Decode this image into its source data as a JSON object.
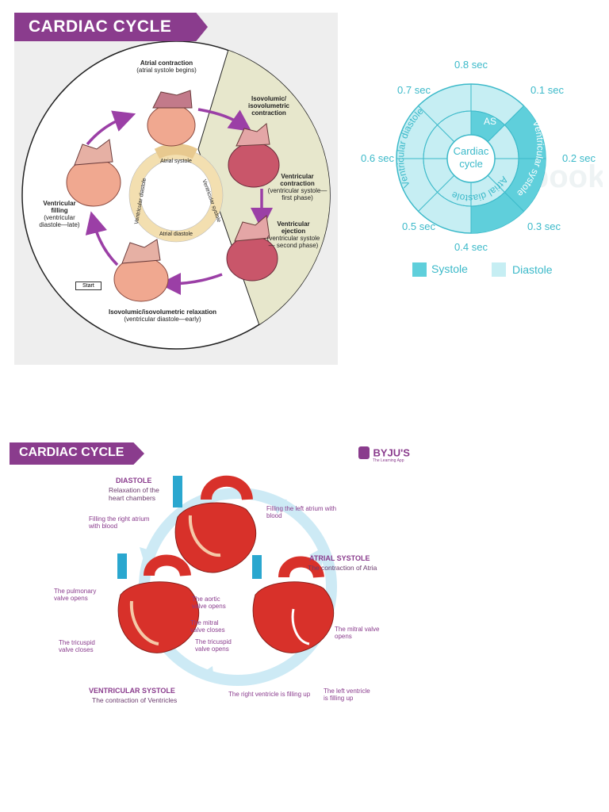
{
  "panel1": {
    "title": "CARDIAC CYCLE",
    "stages": {
      "atrial_contraction": {
        "title": "Atrial contraction",
        "sub": "(atrial systole begins)"
      },
      "isovolumic_contraction": {
        "title": "Isovolumic/ isovolumetric contraction"
      },
      "ventricular_contraction": {
        "title": "Ventricular contraction",
        "sub": "(ventricular systole— first phase)"
      },
      "ventricular_ejection": {
        "title": "Ventricular ejection",
        "sub": "(ventricular systole— second phase)"
      },
      "isovolumic_relaxation": {
        "title": "Isovolumic/isovolumetric relaxation",
        "sub": "(ventricular diastole—early)"
      },
      "ventricular_filling": {
        "title": "Ventricular filling",
        "sub": "(ventricular diastole—late)"
      }
    },
    "ring_labels": {
      "atrial_systole": "Atrial systole",
      "atrial_diastole": "Atrial diastole",
      "ventricular_systole": "Ventricular systole",
      "ventricular_diastole": "Ventricular diastole"
    },
    "start_label": "Start",
    "colors": {
      "arrow": "#9b3fa6",
      "systole_sector": "#e7e7cc",
      "ring": "#e8c98f"
    }
  },
  "panel2": {
    "time_labels": [
      "0.8 sec",
      "0.1 sec",
      "0.2 sec",
      "0.3 sec",
      "0.4 sec",
      "0.5 sec",
      "0.6 sec",
      "0.7 sec"
    ],
    "center": [
      "Cardiac",
      "cycle"
    ],
    "inner_as": "AS",
    "inner_atrial_diastole": "Atrial diastole",
    "outer_ventricular_systole": "Ventricular systole",
    "outer_ventricular_diastole": "Ventricular diastole",
    "legend": {
      "systole": "Systole",
      "diastole": "Diastole"
    },
    "colors": {
      "systole": "#5fcfdb",
      "diastole": "#c6eef3",
      "line": "#3bb9c9"
    },
    "watermark": "testbook"
  },
  "panel3": {
    "title": "CARDIAC CYCLE",
    "brand": {
      "name": "BYJU'S",
      "tagline": "The Learning App"
    },
    "diastole": {
      "title": "DIASTOLE",
      "sub": "Relaxation of the heart chambers"
    },
    "atrial_systole": {
      "title": "ATRIAL SYSTOLE",
      "sub": "The contraction of Atria"
    },
    "ventricular_systole": {
      "title": "VENTRICULAR SYSTOLE",
      "sub": "The contraction of Ventricles"
    },
    "notes": {
      "filling_right": "Filling the right atrium with blood",
      "filling_left": "Filling the left atrium with blood",
      "pulmonary": "The pulmonary valve opens",
      "aortic": "The aortic valve opens",
      "mitral_closes": "The mitral valve closes",
      "tricuspid_closes": "The tricuspid valve closes",
      "tricuspid_opens": "The tricuspid valve opens",
      "mitral_opens": "The mitral valve opens",
      "right_ventricle": "The right ventricle is filling up",
      "left_ventricle": "The left ventricle is filling up"
    },
    "colors": {
      "heading": "#8a3c8d",
      "heart_red": "#d8312a",
      "vessel_blue": "#2aa7cf",
      "cycle_arrow": "#cdeaf5"
    }
  }
}
